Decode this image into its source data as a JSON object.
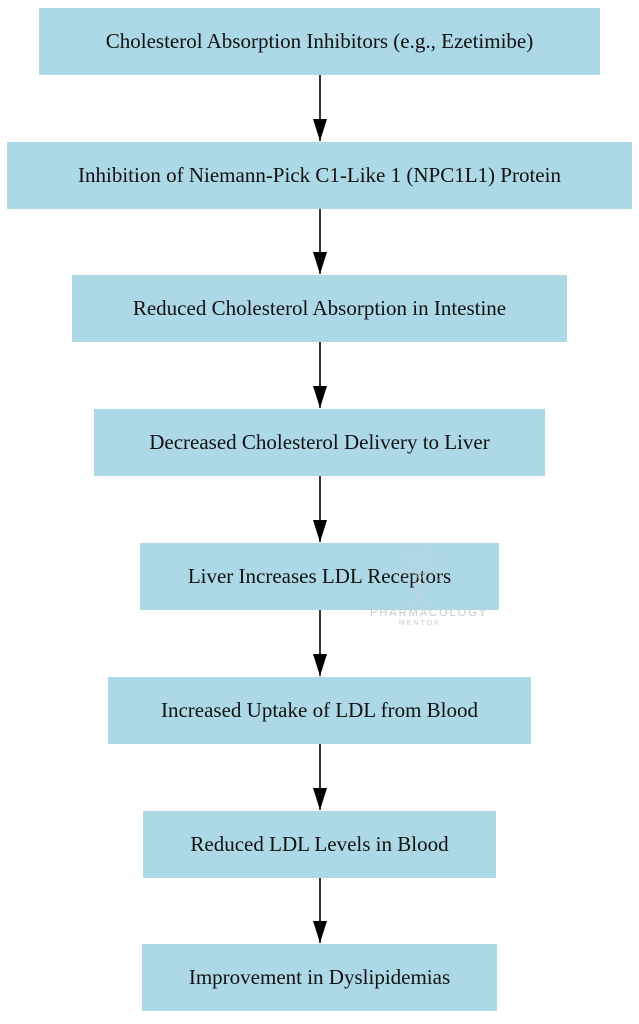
{
  "flowchart": {
    "nodes": [
      "Cholesterol Absorption Inhibitors (e.g., Ezetimibe)",
      "Inhibition of Niemann-Pick C1-Like 1 (NPC1L1) Protein",
      "Reduced Cholesterol Absorption in Intestine",
      "Decreased Cholesterol Delivery to Liver",
      "Liver Increases LDL Receptors",
      "Increased Uptake of LDL from Blood",
      "Reduced LDL Levels in Blood",
      "Improvement in Dyslipidemias"
    ],
    "node_color": "#add8e6",
    "arrow_color": "#000000"
  },
  "watermark": {
    "line1": "PHARMACOLOGY",
    "line2": "MENTOR"
  }
}
